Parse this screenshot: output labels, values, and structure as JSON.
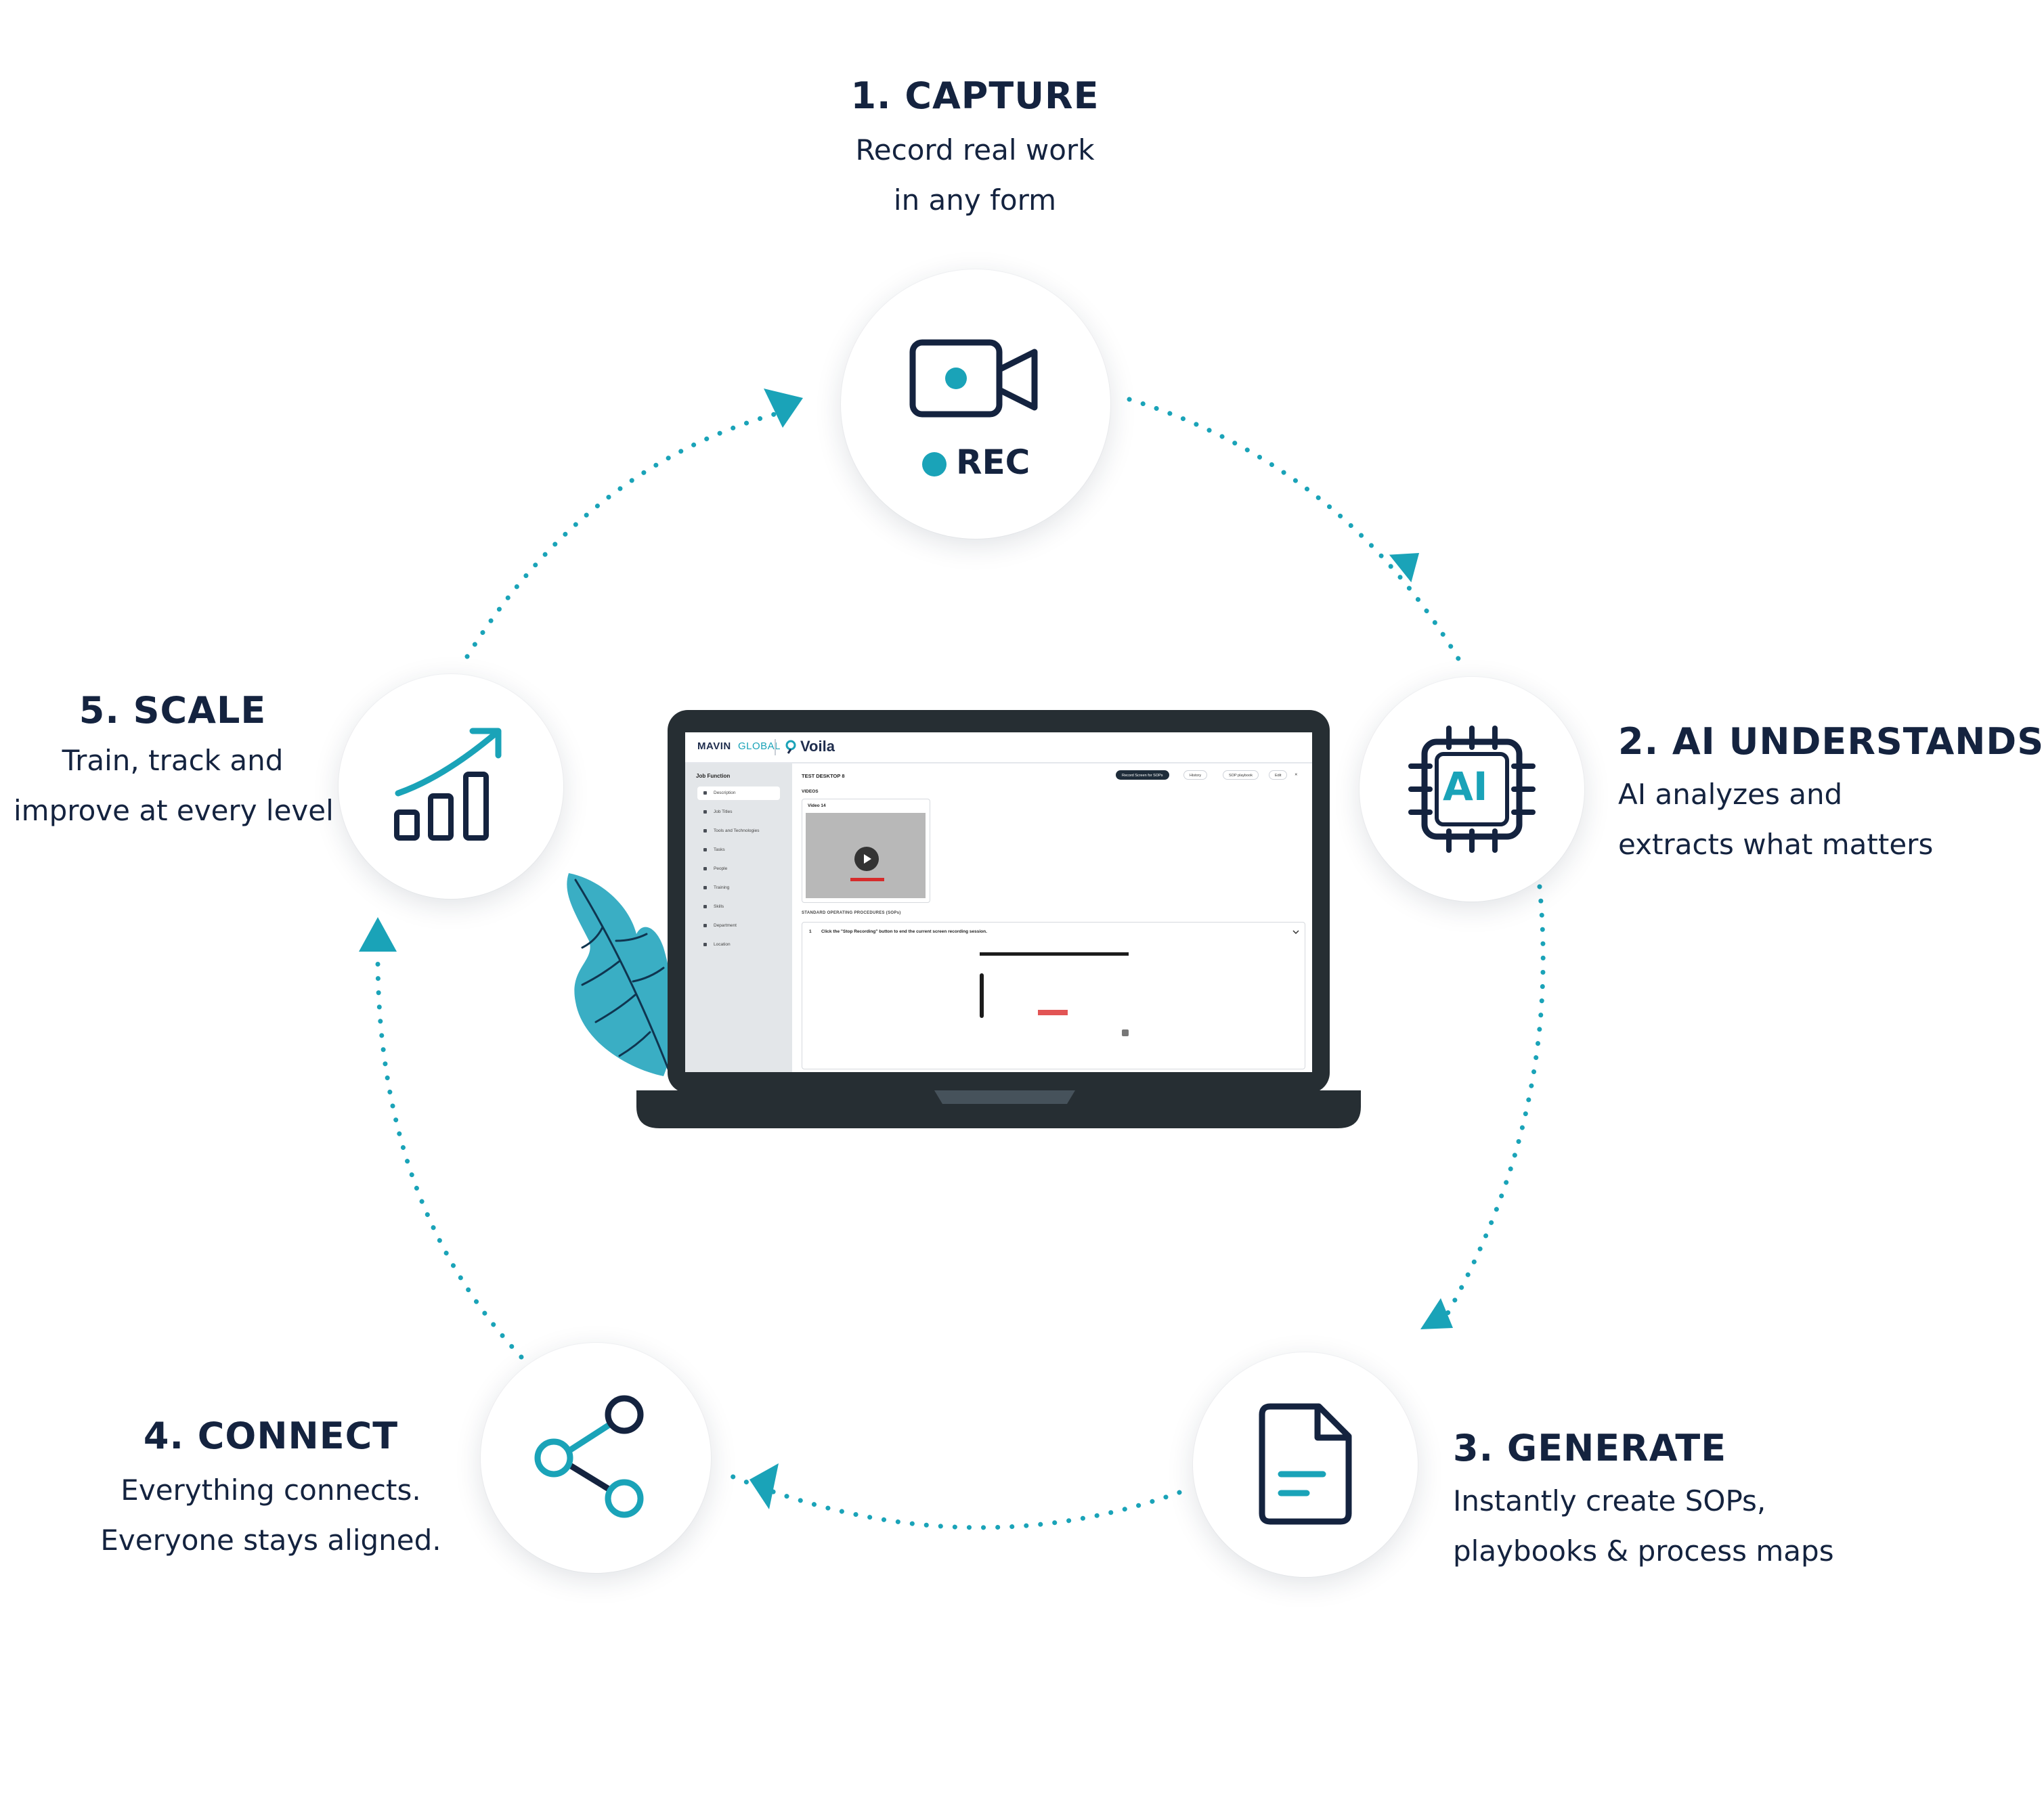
{
  "steps": [
    {
      "id": "capture",
      "title": "1. CAPTURE",
      "line1": "Record real work",
      "line2": "in any form",
      "icon": "video-camera-icon",
      "badge": "REC"
    },
    {
      "id": "understand",
      "title": "2. AI UNDERSTANDS",
      "line1": "AI analyzes and",
      "line2": "extracts what matters",
      "icon": "ai-chip-icon",
      "badge": "AI"
    },
    {
      "id": "generate",
      "title": "3. GENERATE",
      "line1": "Instantly create SOPs,",
      "line2": "playbooks & process maps",
      "icon": "document-icon"
    },
    {
      "id": "connect",
      "title": "4. CONNECT",
      "line1": "Everything connects.",
      "line2": "Everyone stays aligned.",
      "icon": "share-icon"
    },
    {
      "id": "scale",
      "title": "5. SCALE",
      "line1": "Train, track and",
      "line2": "improve at every level",
      "icon": "growth-chart-icon"
    }
  ],
  "colors": {
    "accent": "#1aa3b8",
    "navy": "#14233f",
    "laptop": "#262e33"
  },
  "laptop": {
    "brand_bold": "MAVIN",
    "brand_light": "GLOBAL",
    "app_name": "Voila",
    "sidebar_title": "Job Function",
    "sidebar_items": [
      "Description",
      "Job Titles",
      "Tools and Technologies",
      "Tasks",
      "People",
      "Training",
      "Skills",
      "Department",
      "Location"
    ],
    "page_title": "TEST DESKTOP 8",
    "actions": [
      "Record Screen for SOPs",
      "History",
      "SOP playbook",
      "Edit"
    ],
    "close": "✕",
    "videos_label": "VIDEOS",
    "video_title": "Video 14",
    "sop_label": "STANDARD OPERATING PROCEDURES (SOPs)",
    "sop_step_num": "1",
    "sop_step_text": "Click the \"Stop Recording\" button to end the current screen recording session."
  }
}
